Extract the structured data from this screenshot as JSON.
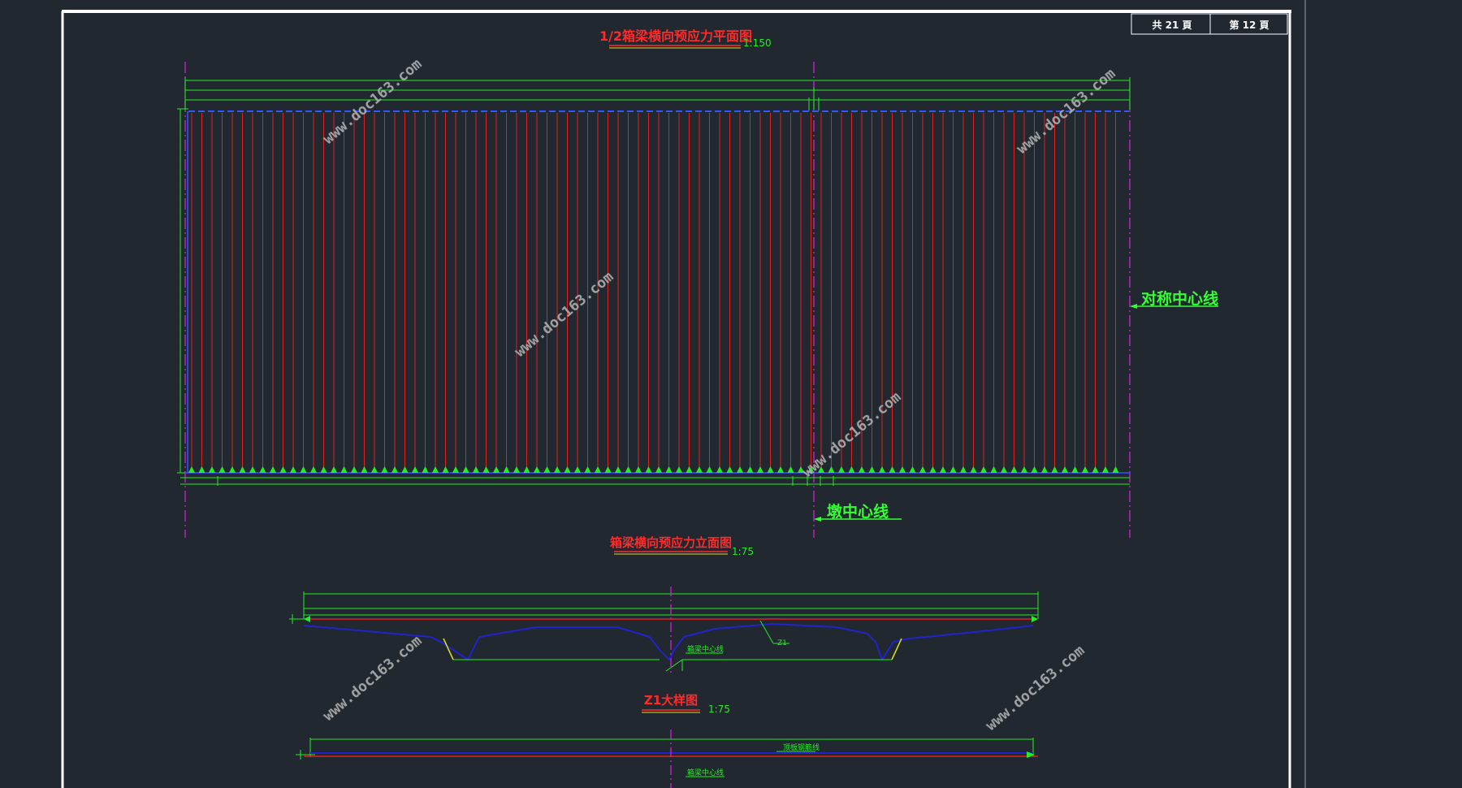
{
  "title_block": {
    "total_pages": "共 21 頁",
    "page_number": "第 12 頁"
  },
  "views": {
    "plan": {
      "title": "1/2箱梁横向预应力平面图",
      "scale": "1:150"
    },
    "elevation": {
      "title": "箱梁横向预应力立面图",
      "scale": "1:75"
    },
    "detail": {
      "title": "Z1大样图",
      "scale": "1:75"
    }
  },
  "labels": {
    "symmetry_centerline": "对称中心线",
    "pier_centerline": "墩中心线",
    "box_girder_centerline": "箱梁中心线",
    "z1_marker": "Z1",
    "roof_centerline": "顶板钢筋线"
  },
  "watermark": {
    "text": "www.doc163.com"
  },
  "colors": {
    "background": "#212830",
    "border": "#ffffff",
    "dimension": "#22ee22",
    "tendon": "#dd2222",
    "centerline": "#dd22dd",
    "section": "#2222cc",
    "section_yellow": "#dddd22",
    "title_red": "#ff2a2a",
    "watermark": "#b0b0b0",
    "centerline_label": "#33ff33"
  }
}
